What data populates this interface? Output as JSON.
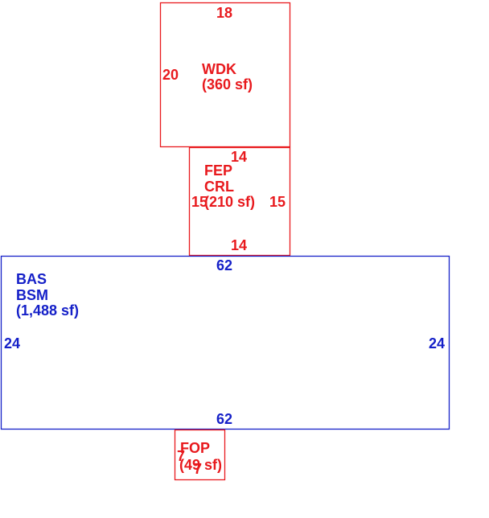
{
  "colors": {
    "upper_level": "#e8191d",
    "main_level": "#1520c8"
  },
  "areas": {
    "wdk": {
      "code": "WDK",
      "area": "(360 sf)",
      "dim_top": "18",
      "dim_left": "20"
    },
    "fep": {
      "code1": "FEP",
      "code2": "CRL",
      "area": "(210 sf)",
      "dim_top": "14",
      "dim_bottom": "14",
      "dim_left": "15",
      "dim_right": "15"
    },
    "bas": {
      "code1": "BAS",
      "code2": "BSM",
      "area": "(1,488 sf)",
      "dim_top": "62",
      "dim_bottom": "62",
      "dim_left": "24",
      "dim_right": "24"
    },
    "fop": {
      "code": "FOP",
      "area": "(49 sf)",
      "dim_left": "7",
      "dim_bottom": "7"
    }
  }
}
